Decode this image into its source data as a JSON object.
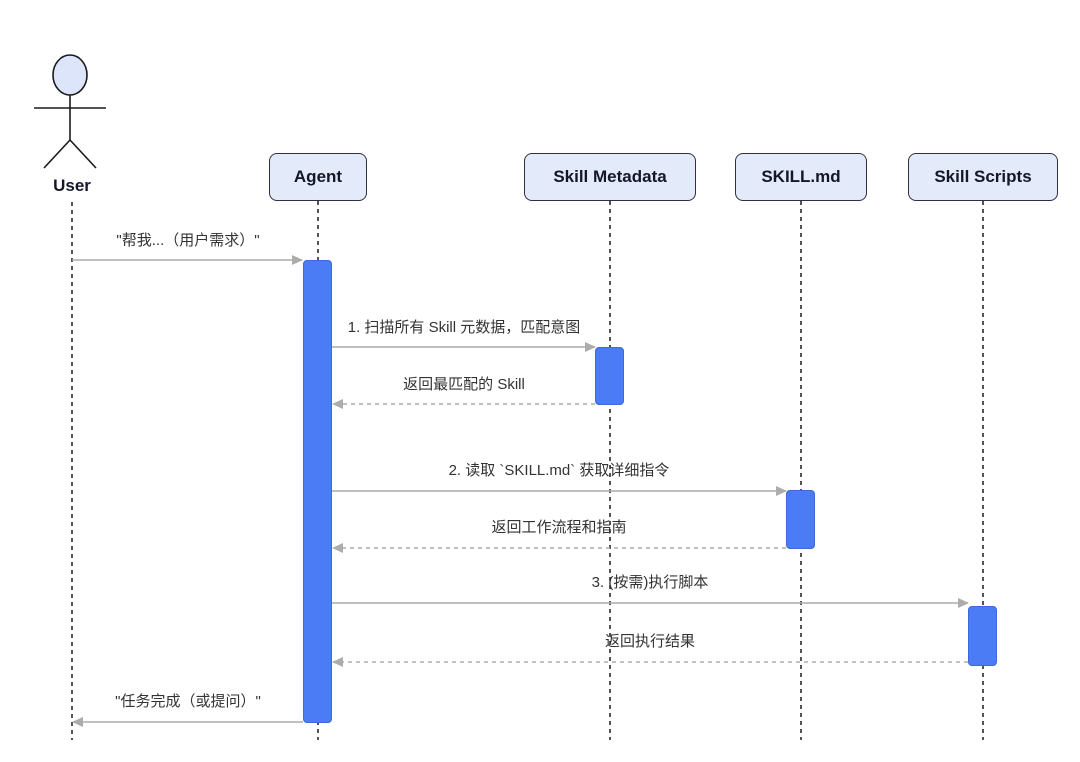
{
  "diagram": {
    "kind": "sequence-diagram",
    "actors": [
      {
        "id": "user",
        "label": "User",
        "type": "actor"
      },
      {
        "id": "agent",
        "label": "Agent",
        "type": "participant"
      },
      {
        "id": "skill-metadata",
        "label": "Skill Metadata",
        "type": "participant"
      },
      {
        "id": "skill-md",
        "label": "SKILL.md",
        "type": "participant"
      },
      {
        "id": "skill-scripts",
        "label": "Skill Scripts",
        "type": "participant"
      }
    ],
    "messages": [
      {
        "from": "user",
        "to": "agent",
        "style": "solid",
        "label": "\"帮我...（用户需求）\""
      },
      {
        "from": "agent",
        "to": "skill-metadata",
        "style": "solid",
        "label": "1. 扫描所有 Skill 元数据，匹配意图"
      },
      {
        "from": "skill-metadata",
        "to": "agent",
        "style": "dashed",
        "label": "返回最匹配的 Skill"
      },
      {
        "from": "agent",
        "to": "skill-md",
        "style": "solid",
        "label": "2. 读取 `SKILL.md` 获取详细指令"
      },
      {
        "from": "skill-md",
        "to": "agent",
        "style": "dashed",
        "label": "返回工作流程和指南"
      },
      {
        "from": "agent",
        "to": "skill-scripts",
        "style": "solid",
        "label": "3. (按需)执行脚本"
      },
      {
        "from": "skill-scripts",
        "to": "agent",
        "style": "dashed",
        "label": "返回执行结果"
      },
      {
        "from": "agent",
        "to": "user",
        "style": "solid",
        "label": "\"任务完成（或提问）\""
      }
    ],
    "colors": {
      "participant_fill": "#E3EAF9",
      "participant_border": "#2F2F3F",
      "activation_fill": "#4B7BF5",
      "activation_border": "#3D68DB",
      "arrow": "#ACACAC",
      "lifeline": "#1C1C1C",
      "message_text": "#333333"
    }
  }
}
